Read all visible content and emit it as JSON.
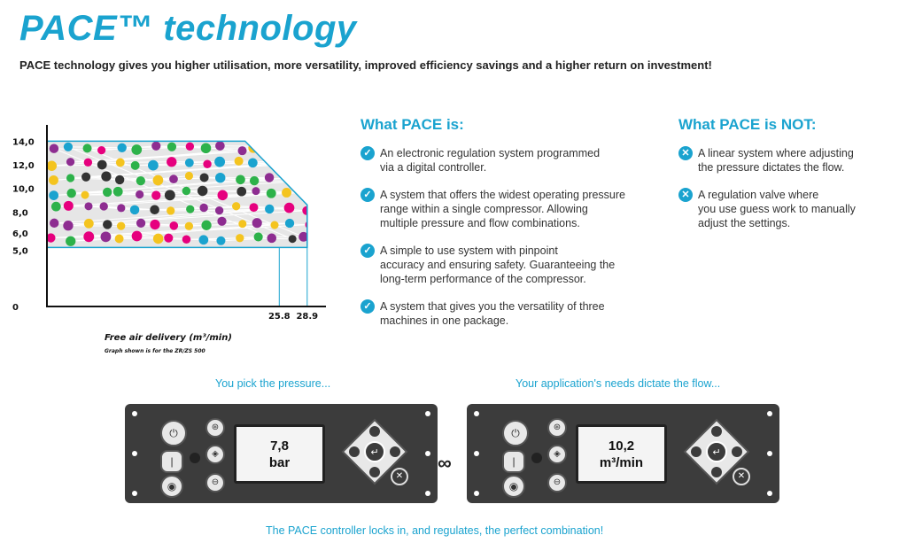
{
  "header": {
    "title": "PACE™ technology",
    "subtitle": "PACE technology gives you higher utilisation, more versatility, improved efficiency savings and a higher return on investment!"
  },
  "chart_data": {
    "type": "area",
    "ylabel": "",
    "xlabel": "Free air delivery (m³/min)",
    "note": "Graph shown is for the ZR/ZS 500",
    "yticks": [
      "14,0",
      "12,0",
      "10,0",
      "8,0",
      "6,0",
      "5,0",
      "0"
    ],
    "xticks": [
      "25.8",
      "28.9"
    ],
    "outline": [
      {
        "x": 0,
        "y": 5.0
      },
      {
        "x": 0,
        "y": 14.0
      },
      {
        "x": 22.0,
        "y": 14.0
      },
      {
        "x": 28.9,
        "y": 8.6
      },
      {
        "x": 28.9,
        "y": 5.0
      },
      {
        "x": 0,
        "y": 5.0
      }
    ],
    "dot_colors": [
      "#2db24a",
      "#8e2d91",
      "#f4c41f",
      "#1aa3cf",
      "#e6007e",
      "#333333"
    ],
    "fill_color": "#e6e6e6"
  },
  "is_col": {
    "heading": "What PACE is:",
    "items": [
      "An electronic regulation system programmed\nvia a digital controller.",
      "A system that offers the widest operating pressure\nrange within a single compressor. Allowing\nmultiple pressure and flow combinations.",
      "A simple to use system with pinpoint\naccuracy and ensuring safety. Guaranteeing the\nlong-term performance of the compressor.",
      "A system that gives you the versatility of three\nmachines in one package."
    ]
  },
  "not_col": {
    "heading": "What PACE is NOT:",
    "items": [
      "A linear system where adjusting\nthe pressure dictates the flow.",
      "A regulation valve where\nyou use guess work to manually\nadjust the settings."
    ]
  },
  "captions": {
    "left": "You pick the pressure...",
    "right": "Your application's needs dictate the flow...",
    "bottom": "The PACE controller locks in, and regulates, the perfect combination!"
  },
  "controllers": [
    {
      "value": "7,8",
      "unit": "bar"
    },
    {
      "value": "10,2",
      "unit": "m³/min"
    }
  ],
  "icons": {
    "check": "check-icon",
    "cross": "cross-icon",
    "power": "power-icon",
    "enter": "enter-icon"
  },
  "colors": {
    "accent": "#1aa3cf",
    "panel": "#3c3c3c"
  }
}
